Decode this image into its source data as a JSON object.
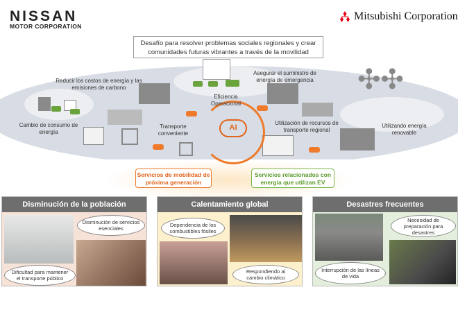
{
  "logos": {
    "nissan": "NISSAN",
    "nissan_sub": "MOTOR CORPORATION",
    "mitsubishi": "Mitsubishi Corporation"
  },
  "headline": "Desafío para resolver problemas sociales regionales y crear comunidades futuras vibrantes a través de la movilidad",
  "labels": {
    "reduce": "Reducir los costos de energía y las emisiones de carbono",
    "consumo": "Cambio de consumo de energía",
    "transporte": "Transporte conveniente",
    "eficiencia": "Eficiencia Operacional",
    "asegurar": "Asegurar el suministro de energía de emergencia",
    "recursos": "Utilización de recursos de transporte regional",
    "renovable": "Utilizando energía renovable",
    "ai": "AI"
  },
  "services": {
    "mobility": "Servicios de mobilidad de próxima generación",
    "ev": "Servicios relacionados con energía que utilizan EV"
  },
  "colors": {
    "orange": "#ee7a2a",
    "green": "#6aa33c",
    "ellipse": "#d8dce4",
    "header": "#6e6e6e"
  },
  "panels": [
    {
      "title": "Disminución de la población",
      "bubbles": [
        "Disminución de servicios esenciales",
        "Dificultad para mantener el transporte público"
      ]
    },
    {
      "title": "Calentamiento global",
      "bubbles": [
        "Dependencia de los combustibles fósiles",
        "Respondiendo al cambio climático"
      ]
    },
    {
      "title": "Desastres frecuentes",
      "bubbles": [
        "Necesidad de preparación para desastres",
        "Interrupción de las líneas de vida"
      ]
    }
  ]
}
